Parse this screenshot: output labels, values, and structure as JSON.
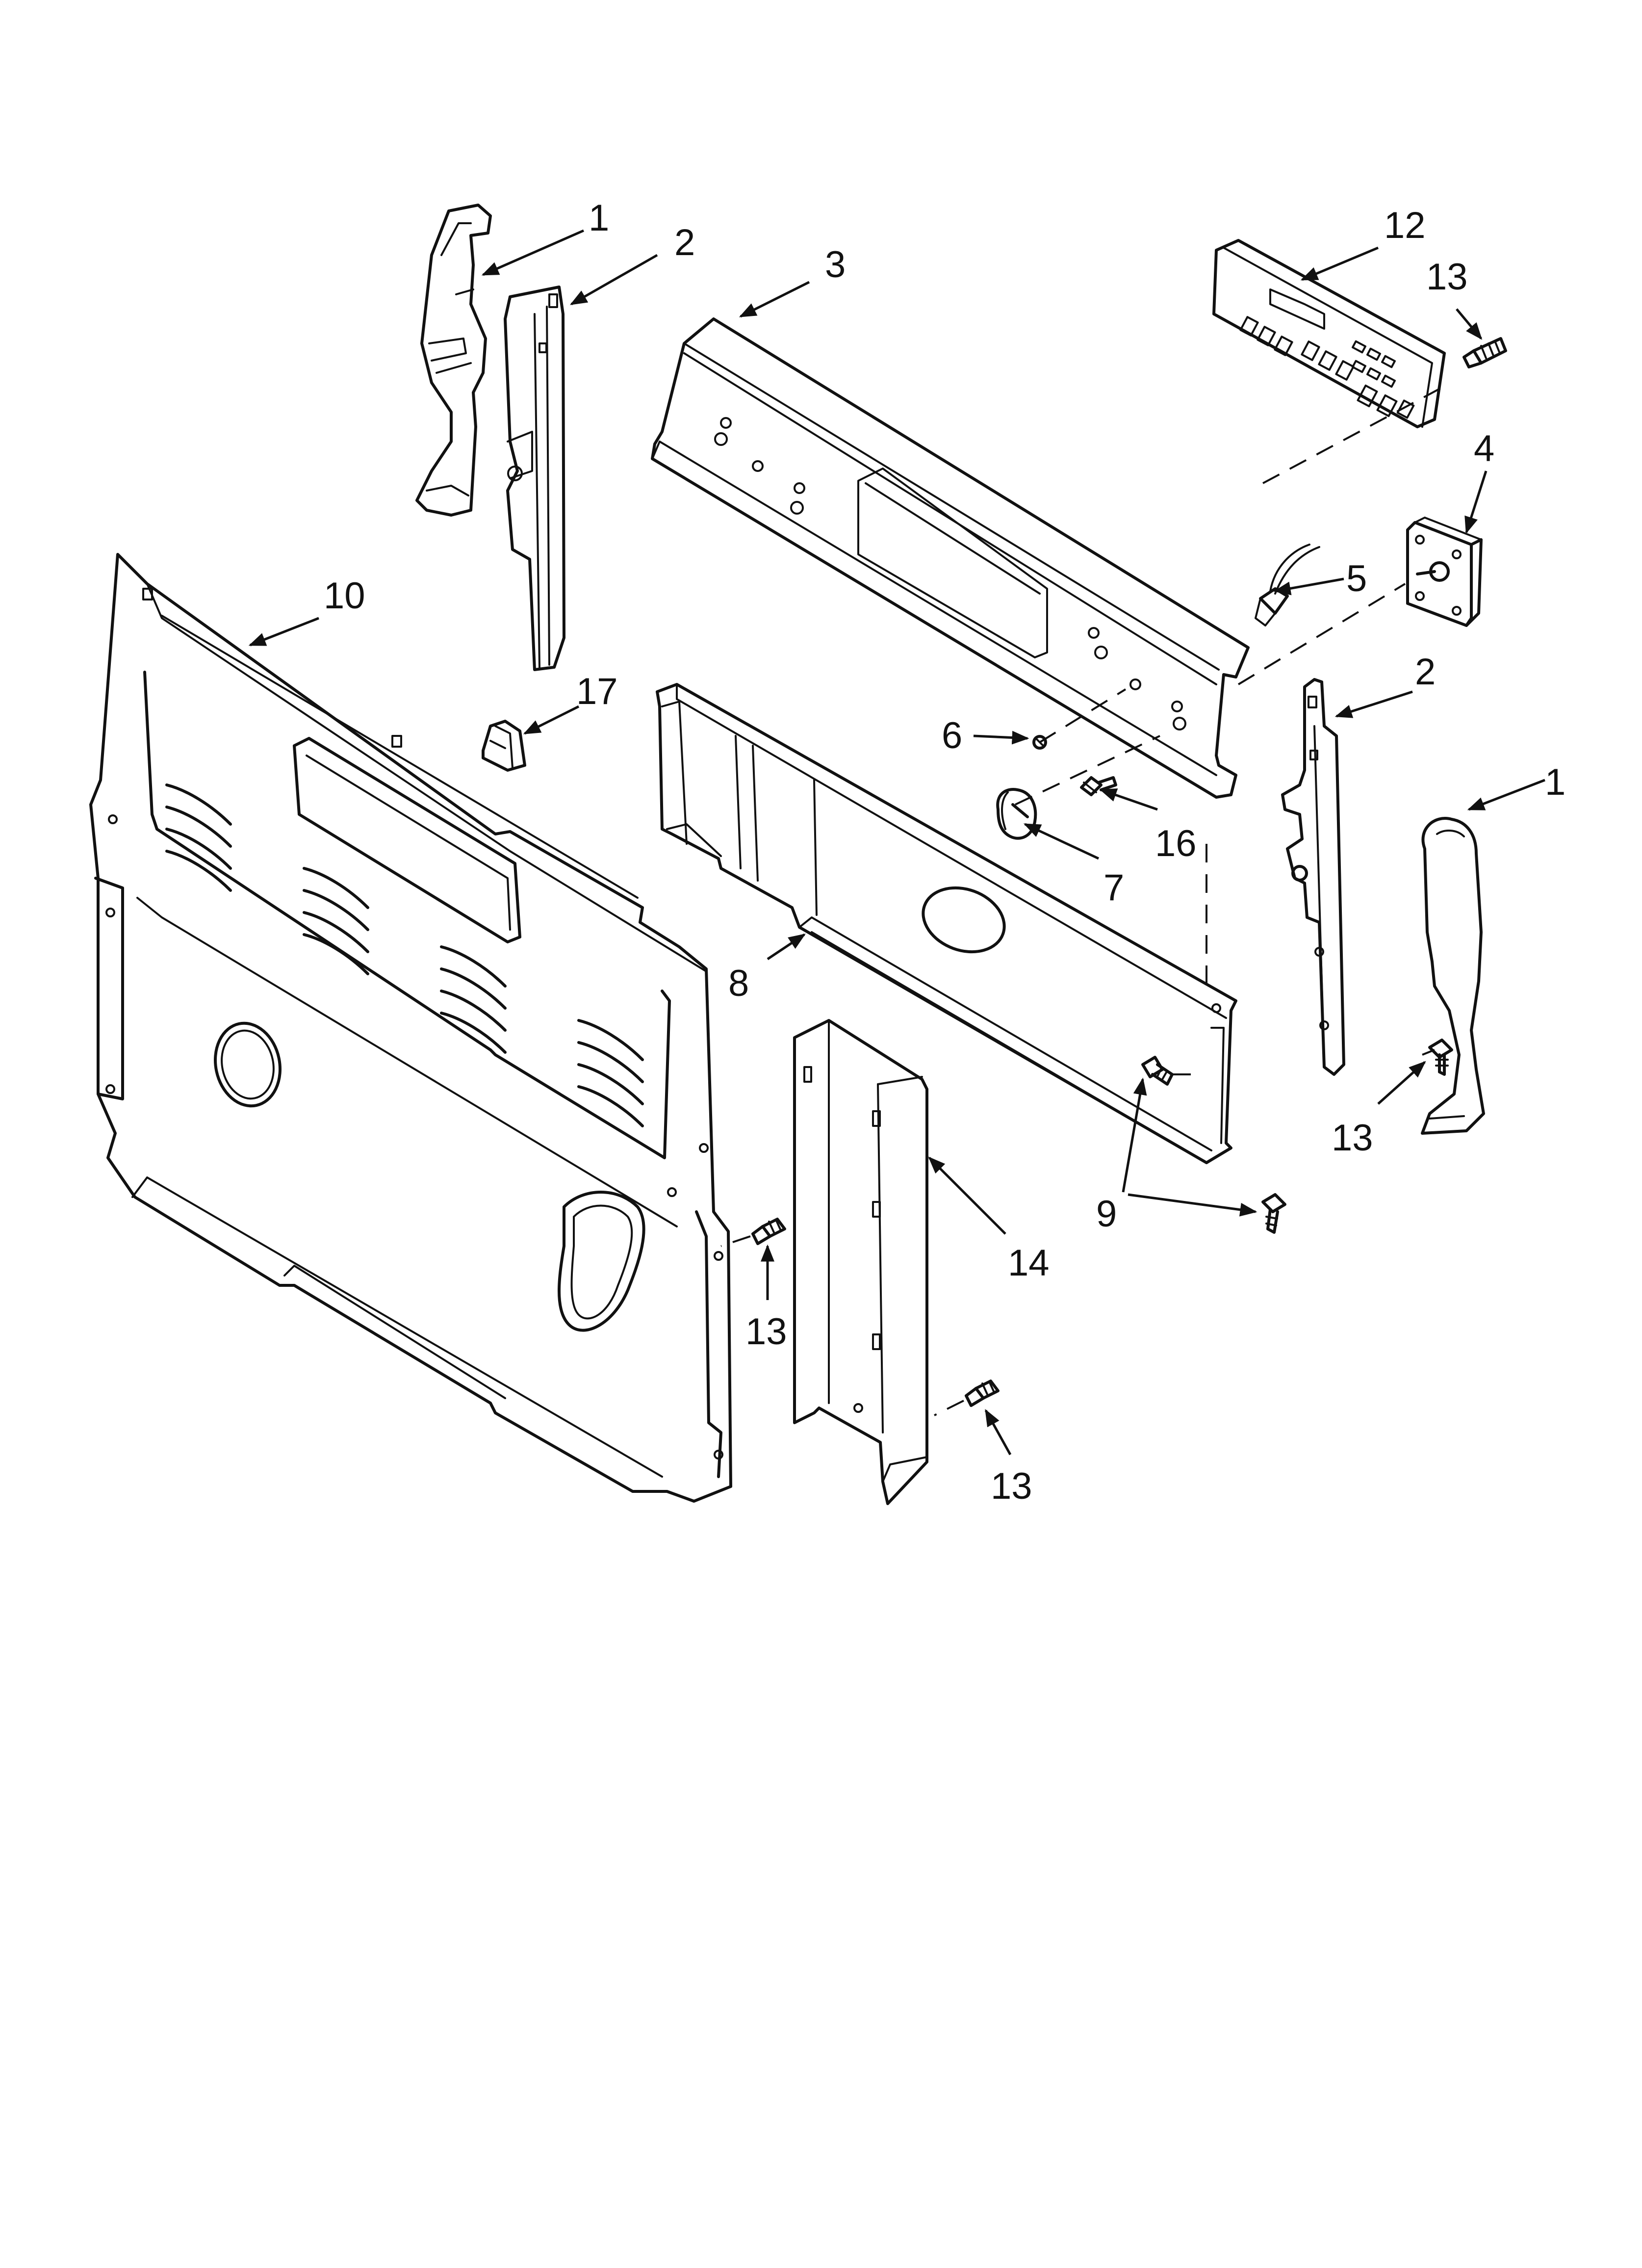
{
  "callouts": {
    "c1a": "1",
    "c2a": "2",
    "c3": "3",
    "c12": "12",
    "c13a": "13",
    "c4": "4",
    "c5": "5",
    "c10": "10",
    "c17": "17",
    "c2b": "2",
    "c1b": "1",
    "c6": "6",
    "c16": "16",
    "c7": "7",
    "c8": "8",
    "c13b": "13",
    "c9": "9",
    "c14": "14",
    "c13c": "13",
    "c13d": "13"
  }
}
